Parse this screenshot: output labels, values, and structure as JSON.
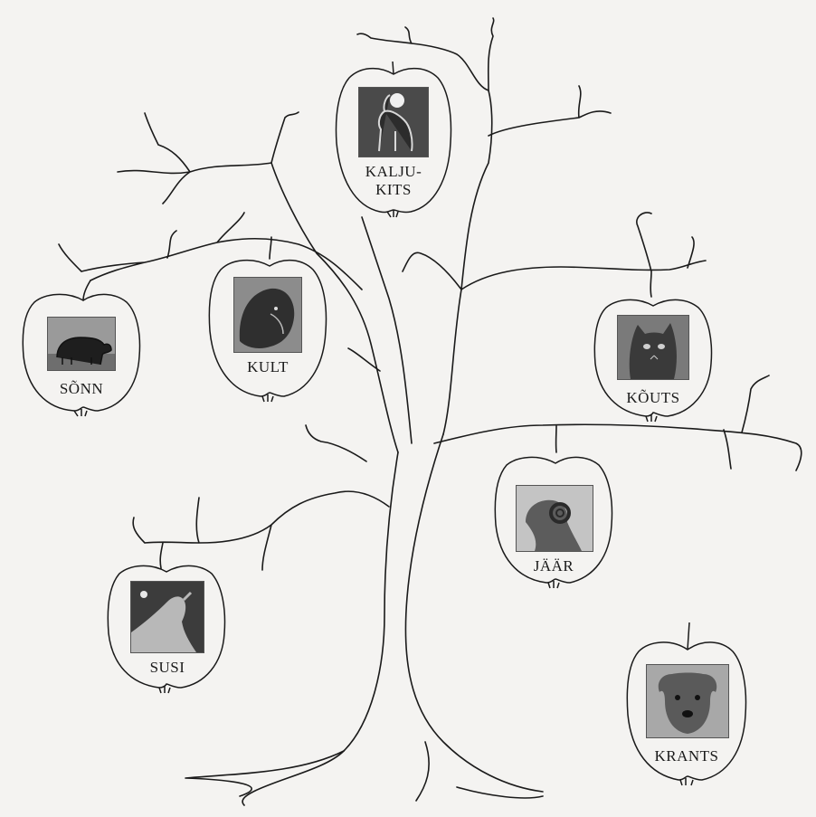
{
  "apples": [
    {
      "id": "kaljukits",
      "label_lines": [
        "KALJU-",
        "KITS"
      ],
      "animal_icon": "ibex-silhouette-icon"
    },
    {
      "id": "sonn",
      "label_lines": [
        "SÕNN"
      ],
      "animal_icon": "bull-icon"
    },
    {
      "id": "kult",
      "label_lines": [
        "KULT"
      ],
      "animal_icon": "boar-head-icon"
    },
    {
      "id": "kouts",
      "label_lines": [
        "KÕUTS"
      ],
      "animal_icon": "cat-head-icon"
    },
    {
      "id": "jaar",
      "label_lines": [
        "JÄÄR"
      ],
      "animal_icon": "ram-head-icon"
    },
    {
      "id": "susi",
      "label_lines": [
        "SUSI"
      ],
      "animal_icon": "howling-wolf-icon"
    },
    {
      "id": "krants",
      "label_lines": [
        "KRANTS"
      ],
      "animal_icon": "dog-head-icon"
    }
  ],
  "colors": {
    "ink": "#1a1a1a",
    "paper": "#f4f3f1"
  }
}
